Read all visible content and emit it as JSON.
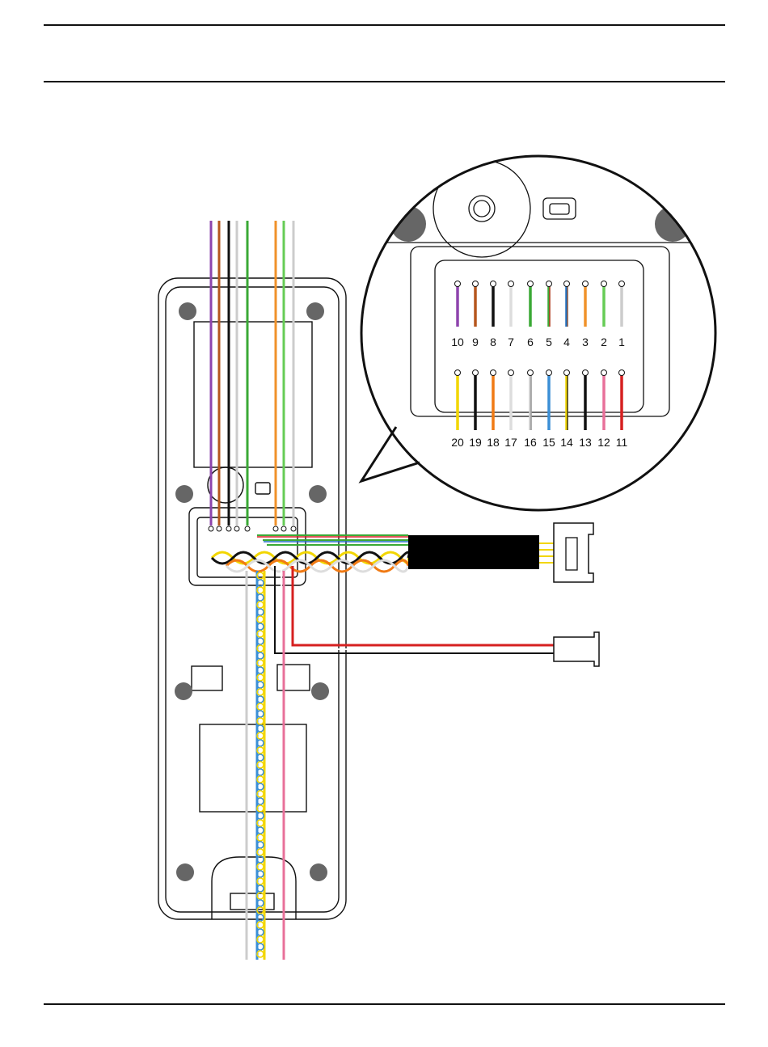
{
  "pins_top": [
    {
      "label": "10",
      "color": "#8e44ad",
      "stripe": ""
    },
    {
      "label": "9",
      "color": "#b5561d",
      "stripe": ""
    },
    {
      "label": "8",
      "color": "#111111",
      "stripe": ""
    },
    {
      "label": "7",
      "color": "#dddddd",
      "stripe": ""
    },
    {
      "label": "6",
      "color": "#3aa935",
      "stripe": ""
    },
    {
      "label": "5",
      "color": "#3aa935",
      "stripe": "#d62020"
    },
    {
      "label": "4",
      "color": "#1f6fc0",
      "stripe": "#b5561d"
    },
    {
      "label": "3",
      "color": "#f0922a",
      "stripe": ""
    },
    {
      "label": "2",
      "color": "#66cc55",
      "stripe": ""
    },
    {
      "label": "1",
      "color": "#cccccc",
      "stripe": ""
    }
  ],
  "pins_bottom": [
    {
      "label": "20",
      "color": "#f2d600",
      "stripe": ""
    },
    {
      "label": "19",
      "color": "#111111",
      "stripe": ""
    },
    {
      "label": "18",
      "color": "#f07a14",
      "stripe": ""
    },
    {
      "label": "17",
      "color": "#dddddd",
      "stripe": ""
    },
    {
      "label": "16",
      "color": "#cccccc",
      "stripe": "#888888"
    },
    {
      "label": "15",
      "color": "#3b8fd6",
      "stripe": ""
    },
    {
      "label": "14",
      "color": "#f2d600",
      "stripe": "#111111"
    },
    {
      "label": "13",
      "color": "#111111",
      "stripe": ""
    },
    {
      "label": "12",
      "color": "#e8709a",
      "stripe": ""
    },
    {
      "label": "11",
      "color": "#d62020",
      "stripe": ""
    }
  ],
  "device_wires_top": [
    {
      "color": "#8e44ad"
    },
    {
      "color": "#b5561d"
    },
    {
      "color": "#111111"
    },
    {
      "color": "#cccccc"
    },
    {
      "color": "#3aa935"
    },
    {
      "color": "#f0922a"
    },
    {
      "color": "#66cc55"
    },
    {
      "color": "#cccccc"
    }
  ],
  "device_wires_bottom": [
    {
      "color": "#cccccc"
    },
    {
      "color": "#3b8fd6"
    },
    {
      "color": "#f2d600"
    },
    {
      "color": "#e8709a"
    }
  ],
  "colors": {
    "outline": "#111111",
    "screw": "#666666",
    "black_sleeve": "#000000",
    "red_wire": "#d62020"
  }
}
